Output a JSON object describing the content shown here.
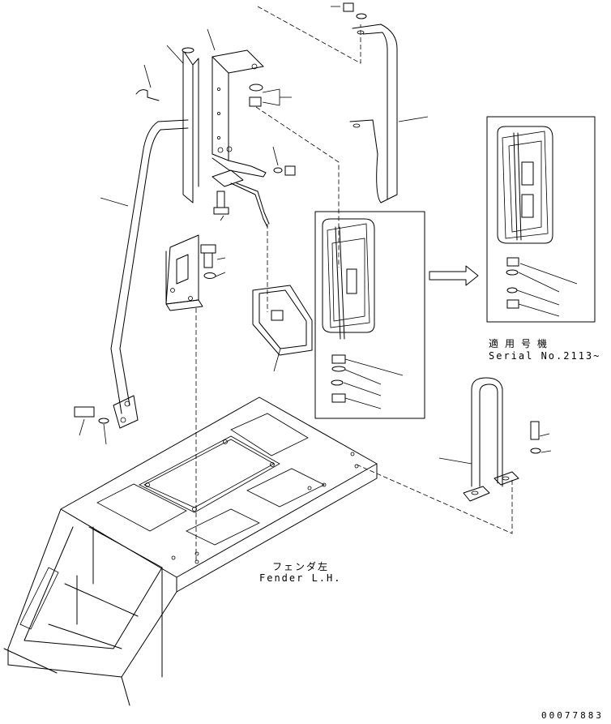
{
  "labels": {
    "applicable_jp": "適用号機",
    "serial": "Serial No.2113~",
    "fender_jp": "フェンダ左",
    "fender_en": "Fender L.H.",
    "drawing_number": "00077883"
  }
}
